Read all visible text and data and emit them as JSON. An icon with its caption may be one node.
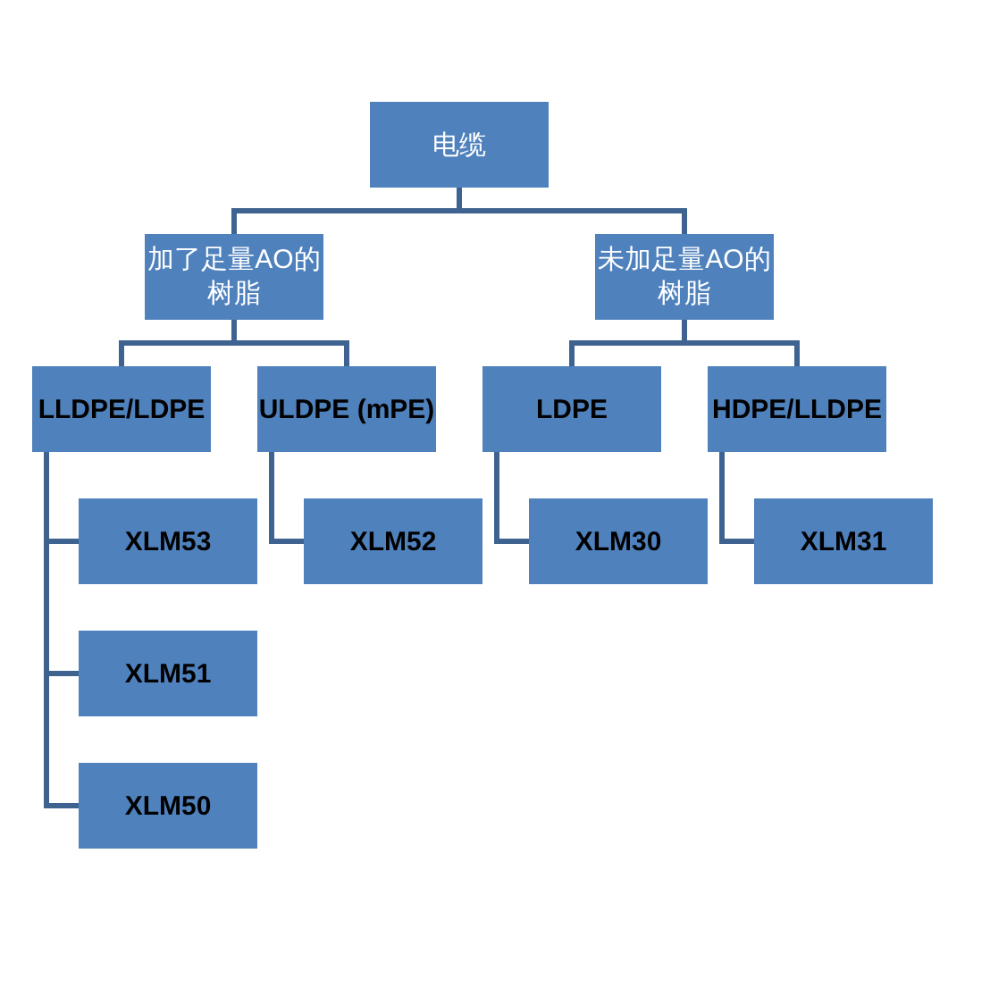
{
  "diagram": {
    "nodes": [
      {
        "text": [
          "电缆"
        ]
      },
      {
        "text": [
          "加了足量AO的树脂"
        ]
      },
      {
        "text": [
          "未加足量AO的树脂"
        ]
      },
      {
        "text": [
          "LLDPE/LDPE"
        ]
      },
      {
        "text": [
          "ULDPE (mPE)"
        ]
      },
      {
        "text": [
          "LDPE"
        ]
      },
      {
        "text": [
          "HDPE/LLDPE"
        ]
      },
      {
        "text": [
          "XLM53"
        ]
      },
      {
        "text": [
          "XLM52"
        ]
      },
      {
        "text": [
          "XLM30"
        ]
      },
      {
        "text": [
          "XLM31"
        ]
      },
      {
        "text": [
          "XLM51"
        ]
      },
      {
        "text": [
          "XLM50"
        ]
      }
    ],
    "edges": [
      {
        "from": 0,
        "to": 1,
        "arrow": "none"
      },
      {
        "from": 0,
        "to": 2,
        "arrow": "none"
      },
      {
        "from": 1,
        "to": 3,
        "arrow": "none"
      },
      {
        "from": 1,
        "to": 4,
        "arrow": "none"
      },
      {
        "from": 2,
        "to": 5,
        "arrow": "none"
      },
      {
        "from": 2,
        "to": 6,
        "arrow": "none"
      },
      {
        "from": 3,
        "to": 7,
        "arrow": "none"
      },
      {
        "from": 3,
        "to": 11,
        "arrow": "none"
      },
      {
        "from": 3,
        "to": 12,
        "arrow": "none"
      },
      {
        "from": 4,
        "to": 8,
        "arrow": "none"
      },
      {
        "from": 5,
        "to": 9,
        "arrow": "none"
      },
      {
        "from": 6,
        "to": 10,
        "arrow": "none"
      }
    ]
  }
}
